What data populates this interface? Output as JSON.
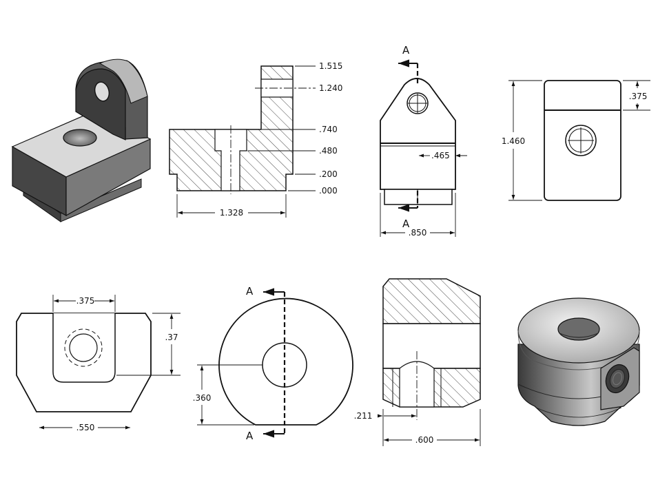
{
  "colors": {
    "line": "#111111",
    "shade_dark": "#4a4a4a",
    "shade_mid": "#8a8a8a",
    "shade_light": "#d4d4d4",
    "background": "#ffffff"
  },
  "part_a": {
    "front_section": {
      "heights": [
        ".000",
        ".200",
        ".480",
        ".740",
        "1.240",
        "1.515"
      ],
      "width": "1.328"
    },
    "side_view": {
      "section_label": "A",
      "offset": ".465",
      "width": ".850"
    },
    "top_view": {
      "height": "1.460",
      "flange": ".375"
    }
  },
  "part_b": {
    "flat_view": {
      "slot_width": ".375",
      "slot_depth": ".37",
      "base_width": ".550"
    },
    "round_view": {
      "section_label": "A",
      "hole_offset": ".360"
    },
    "section_view": {
      "hole_offset": ".211",
      "width": ".600"
    }
  }
}
